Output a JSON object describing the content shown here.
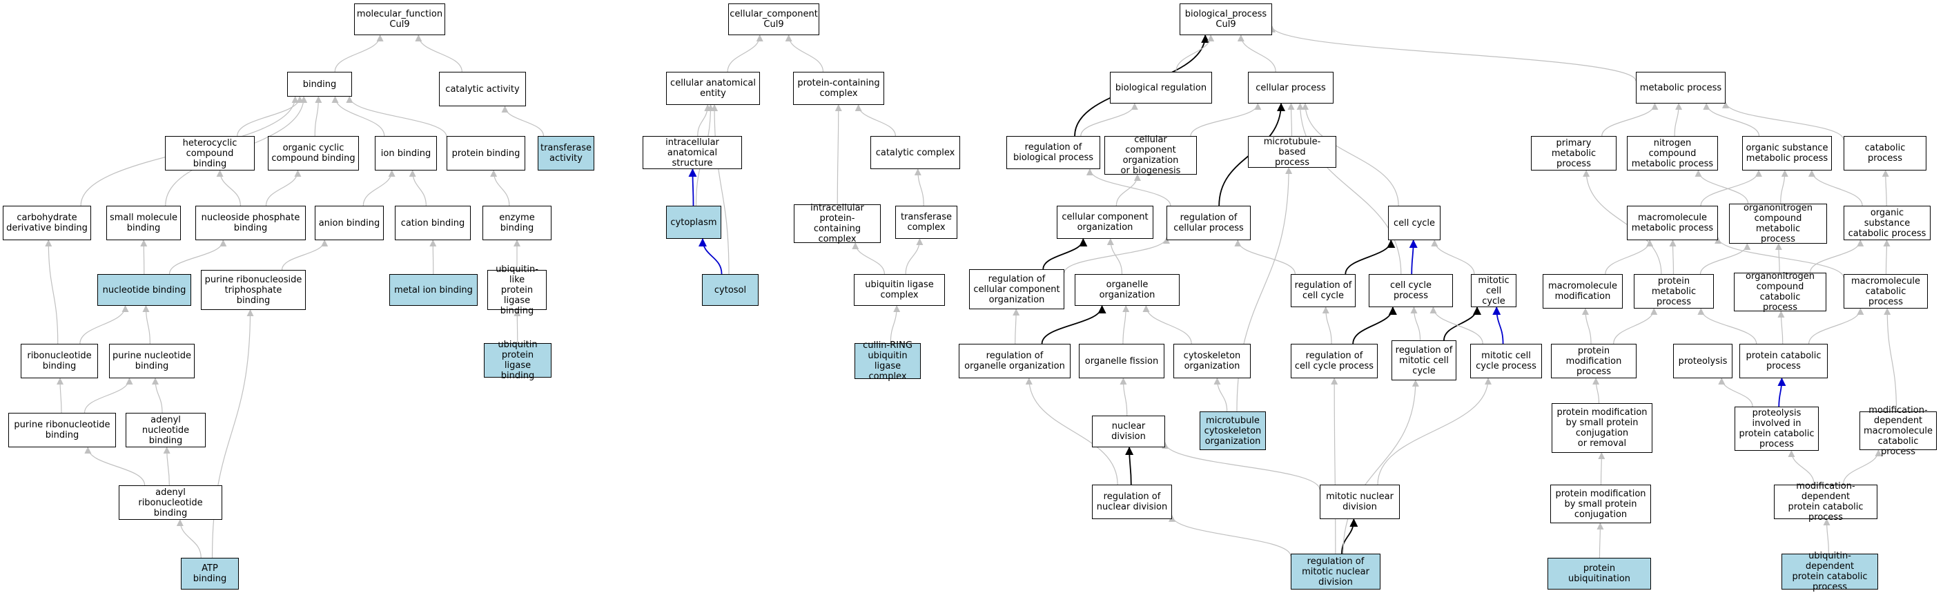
{
  "colors": {
    "highlight": "#add8e6",
    "edge_gray": "#c0c0c0",
    "edge_black": "#000000",
    "edge_blue": "#0000cd"
  },
  "nodes": {
    "mf": {
      "label": "molecular_function\nCul9",
      "highlight": false
    },
    "binding": {
      "label": "binding",
      "highlight": false
    },
    "catact": {
      "label": "catalytic activity",
      "highlight": false
    },
    "hetero": {
      "label": "heterocyclic\ncompound binding",
      "highlight": false
    },
    "orgcyc": {
      "label": "organic cyclic\ncompound binding",
      "highlight": false
    },
    "ionb": {
      "label": "ion binding",
      "highlight": false
    },
    "protb": {
      "label": "protein binding",
      "highlight": false
    },
    "transf": {
      "label": "transferase\nactivity",
      "highlight": true
    },
    "carbo": {
      "label": "carbohydrate\nderivative binding",
      "highlight": false
    },
    "smallmol": {
      "label": "small molecule\nbinding",
      "highlight": false
    },
    "nucphos": {
      "label": "nucleoside phosphate\nbinding",
      "highlight": false
    },
    "anion": {
      "label": "anion binding",
      "highlight": false
    },
    "cation": {
      "label": "cation binding",
      "highlight": false
    },
    "enzb": {
      "label": "enzyme binding",
      "highlight": false
    },
    "nucb": {
      "label": "nucleotide binding",
      "highlight": true
    },
    "purtri": {
      "label": "purine ribonucleoside\ntriphosphate\nbinding",
      "highlight": false
    },
    "metal": {
      "label": "metal ion binding",
      "highlight": true
    },
    "ublike": {
      "label": "ubiquitin-like\nprotein ligase\nbinding",
      "highlight": false
    },
    "ribonuc": {
      "label": "ribonucleotide\nbinding",
      "highlight": false
    },
    "purnuc": {
      "label": "purine nucleotide\nbinding",
      "highlight": false
    },
    "ubprot": {
      "label": "ubiquitin protein\nligase binding",
      "highlight": true
    },
    "purribo": {
      "label": "purine ribonucleotide\nbinding",
      "highlight": false
    },
    "adenyl": {
      "label": "adenyl nucleotide\nbinding",
      "highlight": false
    },
    "adenylribo": {
      "label": "adenyl ribonucleotide\nbinding",
      "highlight": false
    },
    "atp": {
      "label": "ATP binding",
      "highlight": true
    },
    "cc": {
      "label": "cellular_component\nCul9",
      "highlight": false
    },
    "cae": {
      "label": "cellular anatomical\nentity",
      "highlight": false
    },
    "pcc": {
      "label": "protein-containing\ncomplex",
      "highlight": false
    },
    "ias": {
      "label": "intracellular\nanatomical structure",
      "highlight": false
    },
    "catcx": {
      "label": "catalytic complex",
      "highlight": false
    },
    "cytoplasm": {
      "label": "cytoplasm",
      "highlight": true
    },
    "ipcc": {
      "label": "intracellular\nprotein-containing\ncomplex",
      "highlight": false
    },
    "transcx": {
      "label": "transferase\ncomplex",
      "highlight": false
    },
    "cytosol": {
      "label": "cytosol",
      "highlight": true
    },
    "ublcx": {
      "label": "ubiquitin ligase\ncomplex",
      "highlight": false
    },
    "crl": {
      "label": "cullin-RING\nubiquitin ligase\ncomplex",
      "highlight": true
    },
    "bp": {
      "label": "biological_process\nCul9",
      "highlight": false
    },
    "bioreg": {
      "label": "biological regulation",
      "highlight": false
    },
    "cellproc": {
      "label": "cellular process",
      "highlight": false
    },
    "metproc": {
      "label": "metabolic process",
      "highlight": false
    },
    "regbio": {
      "label": "regulation of\nbiological process",
      "highlight": false
    },
    "ccob": {
      "label": "cellular component\norganization\nor biogenesis",
      "highlight": false
    },
    "mtbp": {
      "label": "microtubule-based\nprocess",
      "highlight": false
    },
    "primmet": {
      "label": "primary metabolic\nprocess",
      "highlight": false
    },
    "nitro": {
      "label": "nitrogen compound\nmetabolic process",
      "highlight": false
    },
    "orgsub": {
      "label": "organic substance\nmetabolic process",
      "highlight": false
    },
    "catab": {
      "label": "catabolic process",
      "highlight": false
    },
    "ccorg": {
      "label": "cellular component\norganization",
      "highlight": false
    },
    "regcell": {
      "label": "regulation of\ncellular process",
      "highlight": false
    },
    "cellcycle": {
      "label": "cell cycle",
      "highlight": false
    },
    "macromet": {
      "label": "macromolecule\nmetabolic process",
      "highlight": false
    },
    "orgnitro": {
      "label": "organonitrogen\ncompound metabolic\nprocess",
      "highlight": false
    },
    "orgsubcat": {
      "label": "organic substance\ncatabolic process",
      "highlight": false
    },
    "regccorg": {
      "label": "regulation of\ncellular component\norganization",
      "highlight": false
    },
    "orgorg": {
      "label": "organelle organization",
      "highlight": false
    },
    "regcc": {
      "label": "regulation of\ncell cycle",
      "highlight": false
    },
    "ccp": {
      "label": "cell cycle process",
      "highlight": false
    },
    "mitcc": {
      "label": "mitotic cell\ncycle",
      "highlight": false
    },
    "macromod": {
      "label": "macromolecule\nmodification",
      "highlight": false
    },
    "protmet": {
      "label": "protein metabolic\nprocess",
      "highlight": false
    },
    "orgnitrocat": {
      "label": "organonitrogen\ncompound catabolic\nprocess",
      "highlight": false
    },
    "macrocat": {
      "label": "macromolecule\ncatabolic process",
      "highlight": false
    },
    "regorg": {
      "label": "regulation of\norganelle organization",
      "highlight": false
    },
    "orgfis": {
      "label": "organelle fission",
      "highlight": false
    },
    "cytoskel": {
      "label": "cytoskeleton\norganization",
      "highlight": false
    },
    "regccp": {
      "label": "regulation of\ncell cycle process",
      "highlight": false
    },
    "regmitcc": {
      "label": "regulation of\nmitotic cell\ncycle",
      "highlight": false
    },
    "mitccp": {
      "label": "mitotic cell\ncycle process",
      "highlight": false
    },
    "protmod": {
      "label": "protein modification\nprocess",
      "highlight": false
    },
    "proteolysis": {
      "label": "proteolysis",
      "highlight": false
    },
    "protcat": {
      "label": "protein catabolic\nprocess",
      "highlight": false
    },
    "nucdiv": {
      "label": "nuclear division",
      "highlight": false
    },
    "mtcyto": {
      "label": "microtubule\ncytoskeleton\norganization",
      "highlight": true
    },
    "pmsmr": {
      "label": "protein modification\nby small protein\nconjugation\nor removal",
      "highlight": false
    },
    "protinv": {
      "label": "proteolysis\ninvolved in\nprotein catabolic\nprocess",
      "highlight": false
    },
    "moddepmacro": {
      "label": "modification-dependent\nmacromolecule\ncatabolic process",
      "highlight": false
    },
    "regnucdiv": {
      "label": "regulation of\nnuclear division",
      "highlight": false
    },
    "mitnucdiv": {
      "label": "mitotic nuclear\ndivision",
      "highlight": false
    },
    "pmsc": {
      "label": "protein modification\nby small protein\nconjugation",
      "highlight": false
    },
    "moddepprot": {
      "label": "modification-dependent\nprotein catabolic\nprocess",
      "highlight": false
    },
    "regmitnuc": {
      "label": "regulation of\nmitotic nuclear\ndivision",
      "highlight": true
    },
    "protubiq": {
      "label": "protein ubiquitination",
      "highlight": true
    },
    "ubdep": {
      "label": "ubiquitin-dependent\nprotein catabolic\nprocess",
      "highlight": true
    }
  },
  "edges": [
    [
      "binding",
      "mf",
      "g"
    ],
    [
      "catact",
      "mf",
      "g"
    ],
    [
      "hetero",
      "binding",
      "g"
    ],
    [
      "orgcyc",
      "binding",
      "g"
    ],
    [
      "ionb",
      "binding",
      "g"
    ],
    [
      "protb",
      "binding",
      "g"
    ],
    [
      "carbo",
      "binding",
      "g"
    ],
    [
      "smallmol",
      "binding",
      "g"
    ],
    [
      "transf",
      "catact",
      "g"
    ],
    [
      "nucphos",
      "hetero",
      "g"
    ],
    [
      "nucphos",
      "orgcyc",
      "g"
    ],
    [
      "anion",
      "ionb",
      "g"
    ],
    [
      "cation",
      "ionb",
      "g"
    ],
    [
      "enzb",
      "protb",
      "g"
    ],
    [
      "nucb",
      "smallmol",
      "g"
    ],
    [
      "nucb",
      "nucphos",
      "g"
    ],
    [
      "purtri",
      "anion",
      "g"
    ],
    [
      "metal",
      "cation",
      "g"
    ],
    [
      "ublike",
      "enzb",
      "g"
    ],
    [
      "ribonuc",
      "carbo",
      "g"
    ],
    [
      "ribonuc",
      "nucb",
      "g"
    ],
    [
      "purnuc",
      "nucb",
      "g"
    ],
    [
      "ubprot",
      "ublike",
      "g"
    ],
    [
      "purribo",
      "ribonuc",
      "g"
    ],
    [
      "purribo",
      "purnuc",
      "g"
    ],
    [
      "adenyl",
      "purnuc",
      "g"
    ],
    [
      "adenylribo",
      "purribo",
      "g"
    ],
    [
      "adenylribo",
      "adenyl",
      "g"
    ],
    [
      "atp",
      "adenylribo",
      "g"
    ],
    [
      "atp",
      "purtri",
      "g"
    ],
    [
      "cae",
      "cc",
      "g"
    ],
    [
      "pcc",
      "cc",
      "g"
    ],
    [
      "ias",
      "cae",
      "g"
    ],
    [
      "cytoplasm",
      "cae",
      "g"
    ],
    [
      "cytosol",
      "cae",
      "g"
    ],
    [
      "cytoplasm",
      "ias",
      "u"
    ],
    [
      "cytosol",
      "cytoplasm",
      "u"
    ],
    [
      "catcx",
      "pcc",
      "g"
    ],
    [
      "ipcc",
      "pcc",
      "g"
    ],
    [
      "transcx",
      "catcx",
      "g"
    ],
    [
      "ublcx",
      "ipcc",
      "g"
    ],
    [
      "ublcx",
      "transcx",
      "g"
    ],
    [
      "crl",
      "ublcx",
      "g"
    ],
    [
      "regbio",
      "bp",
      "b"
    ],
    [
      "bioreg",
      "bp",
      "g"
    ],
    [
      "cellproc",
      "bp",
      "g"
    ],
    [
      "metproc",
      "bp",
      "g"
    ],
    [
      "regbio",
      "bioreg",
      "g"
    ],
    [
      "ccob",
      "cellproc",
      "g"
    ],
    [
      "mtbp",
      "cellproc",
      "g"
    ],
    [
      "regcell",
      "cellproc",
      "b"
    ],
    [
      "cellcycle",
      "cellproc",
      "g"
    ],
    [
      "ccp",
      "cellproc",
      "g"
    ],
    [
      "primmet",
      "metproc",
      "g"
    ],
    [
      "nitro",
      "metproc",
      "g"
    ],
    [
      "orgsub",
      "metproc",
      "g"
    ],
    [
      "catab",
      "metproc",
      "g"
    ],
    [
      "regcell",
      "regbio",
      "g"
    ],
    [
      "ccorg",
      "ccob",
      "g"
    ],
    [
      "regccorg",
      "ccorg",
      "b"
    ],
    [
      "orgorg",
      "ccorg",
      "g"
    ],
    [
      "regccorg",
      "regcell",
      "g"
    ],
    [
      "regcc",
      "regcell",
      "g"
    ],
    [
      "regcc",
      "cellcycle",
      "b"
    ],
    [
      "ccp",
      "cellcycle",
      "u"
    ],
    [
      "mitcc",
      "cellcycle",
      "g"
    ],
    [
      "macromet",
      "orgsub",
      "g"
    ],
    [
      "orgnitro",
      "nitro",
      "g"
    ],
    [
      "orgnitro",
      "orgsub",
      "g"
    ],
    [
      "orgsubcat",
      "orgsub",
      "g"
    ],
    [
      "orgsubcat",
      "catab",
      "g"
    ],
    [
      "protmet",
      "primmet",
      "g"
    ],
    [
      "regorg",
      "regccorg",
      "g"
    ],
    [
      "regorg",
      "orgorg",
      "b"
    ],
    [
      "orgfis",
      "orgorg",
      "g"
    ],
    [
      "cytoskel",
      "orgorg",
      "g"
    ],
    [
      "regccp",
      "regcc",
      "g"
    ],
    [
      "regccp",
      "ccp",
      "b"
    ],
    [
      "regmitcc",
      "ccp",
      "g"
    ],
    [
      "regmitcc",
      "mitcc",
      "b"
    ],
    [
      "mitccp",
      "mitcc",
      "u"
    ],
    [
      "mitccp",
      "ccp",
      "g"
    ],
    [
      "macromod",
      "macromet",
      "g"
    ],
    [
      "protmet",
      "macromet",
      "g"
    ],
    [
      "protmet",
      "orgnitro",
      "g"
    ],
    [
      "orgnitrocat",
      "orgnitro",
      "g"
    ],
    [
      "orgnitrocat",
      "orgsubcat",
      "g"
    ],
    [
      "macrocat",
      "orgsubcat",
      "g"
    ],
    [
      "macrocat",
      "macromet",
      "g"
    ],
    [
      "nucdiv",
      "orgfis",
      "g"
    ],
    [
      "mtcyto",
      "cytoskel",
      "g"
    ],
    [
      "mtcyto",
      "mtbp",
      "g"
    ],
    [
      "protmod",
      "macromod",
      "g"
    ],
    [
      "protmod",
      "protmet",
      "g"
    ],
    [
      "protcat",
      "protmet",
      "g"
    ],
    [
      "protcat",
      "orgnitrocat",
      "g"
    ],
    [
      "protcat",
      "macrocat",
      "g"
    ],
    [
      "pmsmr",
      "protmod",
      "g"
    ],
    [
      "protinv",
      "proteolysis",
      "g"
    ],
    [
      "protinv",
      "protcat",
      "u"
    ],
    [
      "moddepmacro",
      "macrocat",
      "g"
    ],
    [
      "regnucdiv",
      "regorg",
      "g"
    ],
    [
      "regnucdiv",
      "nucdiv",
      "b"
    ],
    [
      "mitnucdiv",
      "nucdiv",
      "g"
    ],
    [
      "mitnucdiv",
      "mitccp",
      "g"
    ],
    [
      "pmsc",
      "pmsmr",
      "g"
    ],
    [
      "moddepprot",
      "protinv",
      "g"
    ],
    [
      "moddepprot",
      "moddepmacro",
      "g"
    ],
    [
      "regmitnuc",
      "regnucdiv",
      "g"
    ],
    [
      "regmitnuc",
      "mitnucdiv",
      "b"
    ],
    [
      "regmitnuc",
      "regccp",
      "g"
    ],
    [
      "regmitnuc",
      "regmitcc",
      "g"
    ],
    [
      "protubiq",
      "pmsc",
      "g"
    ],
    [
      "ubdep",
      "moddepprot",
      "g"
    ]
  ]
}
